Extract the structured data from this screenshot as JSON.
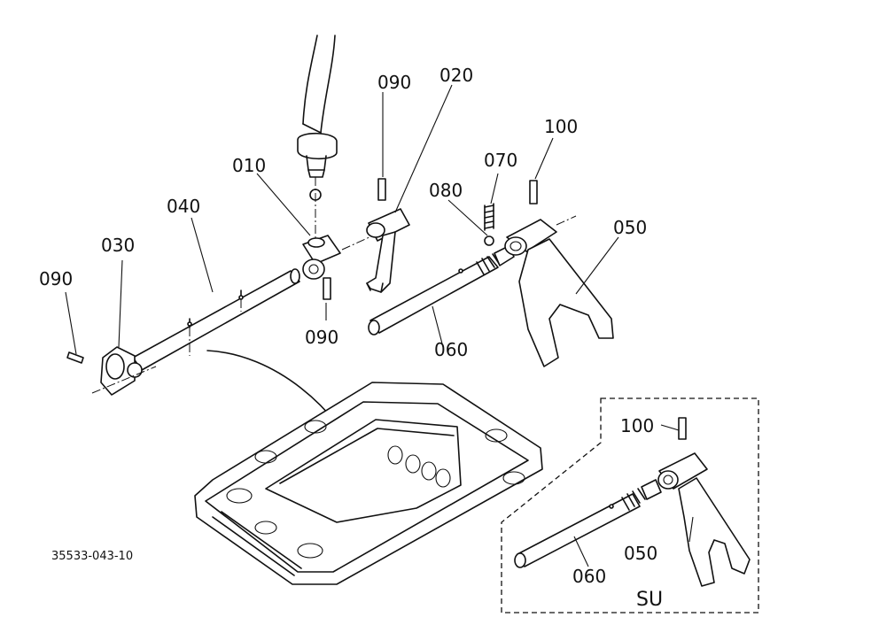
{
  "labels": {
    "p010": "010",
    "p020": "020",
    "p030": "030",
    "p040": "040",
    "p050_top": "050",
    "p050_su": "050",
    "p060_top": "060",
    "p060_su": "060",
    "p070": "070",
    "p080": "080",
    "p090_top": "090",
    "p090_mid": "090",
    "p090_left": "090",
    "p100_top": "100",
    "p100_su": "100"
  },
  "subassembly_label": "SU",
  "diagram_code": "35533-043-10"
}
